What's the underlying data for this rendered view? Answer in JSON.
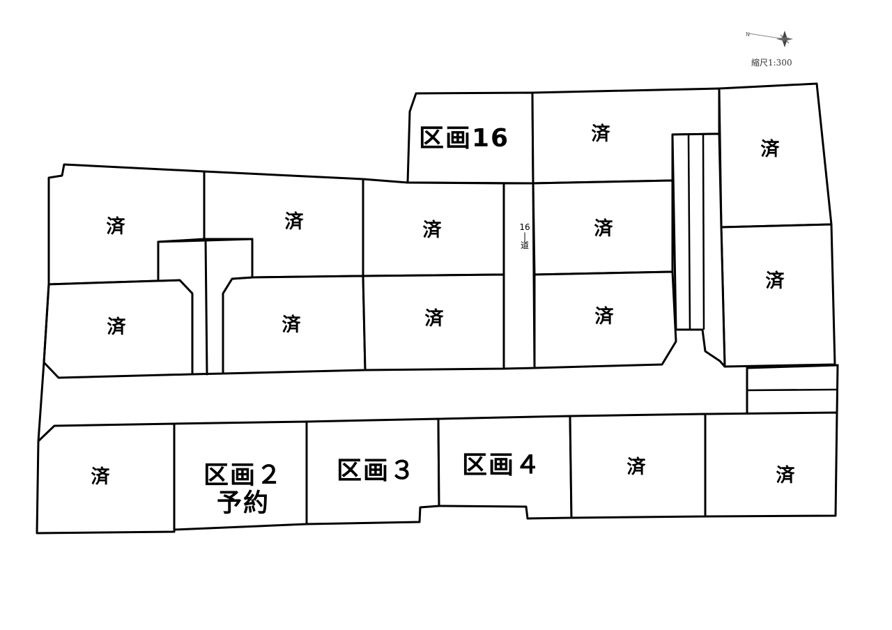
{
  "map": {
    "scale": "縮尺1:300",
    "north_mark": "N",
    "road_label": [
      "16",
      "|",
      "道"
    ],
    "lots": [
      {
        "id": "lot-16",
        "label": "区画16",
        "status": "available"
      },
      {
        "id": "top-mid",
        "label": "済",
        "status": "sold"
      },
      {
        "id": "top-right",
        "label": "済",
        "status": "sold"
      },
      {
        "id": "nw-upper",
        "label": "済",
        "status": "sold"
      },
      {
        "id": "n2-upper",
        "label": "済",
        "status": "sold"
      },
      {
        "id": "n3-upper",
        "label": "済",
        "status": "sold"
      },
      {
        "id": "ne-upper",
        "label": "済",
        "status": "sold"
      },
      {
        "id": "east-mid",
        "label": "済",
        "status": "sold"
      },
      {
        "id": "nw-lower",
        "label": "済",
        "status": "sold"
      },
      {
        "id": "n2-lower",
        "label": "済",
        "status": "sold"
      },
      {
        "id": "n3-lower",
        "label": "済",
        "status": "sold"
      },
      {
        "id": "ne-lower",
        "label": "済",
        "status": "sold"
      },
      {
        "id": "s1",
        "label": "済",
        "status": "sold"
      },
      {
        "id": "lot-2",
        "label": "区画２",
        "sublabel": "予約",
        "status": "reserved"
      },
      {
        "id": "lot-3",
        "label": "区画３",
        "status": "available"
      },
      {
        "id": "lot-4",
        "label": "区画４",
        "status": "available"
      },
      {
        "id": "s5",
        "label": "済",
        "status": "sold"
      },
      {
        "id": "s6",
        "label": "済",
        "status": "sold"
      }
    ]
  }
}
